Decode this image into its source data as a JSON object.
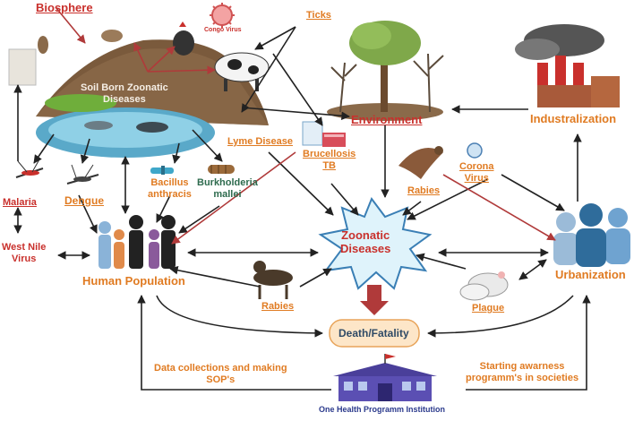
{
  "labels": {
    "biosphere": "Biosphere",
    "congo_virus": "Congo Virus",
    "ticks": "Ticks",
    "soil_born_line1": "Soil Born Zoonatic",
    "soil_born_line2": "Diseases",
    "environment": "Environment",
    "industralization": "Industralization",
    "lyme_disease": "Lyme Disease",
    "brucellosis": "Brucellosis",
    "tb": "TB",
    "rabies_bat": "Rabies",
    "corona_line1": "Corona",
    "corona_line2": "Virus",
    "malaria": "Malaria",
    "dengue": "Dengue",
    "bacillus_line1": "Bacillus",
    "bacillus_line2": "anthracis",
    "burkholderia_line1": "Burkholderia",
    "burkholderia_line2": "mallei",
    "zoonatic_line1": "Zoonatic",
    "zoonatic_line2": "Diseases",
    "west_nile_line1": "West Nile",
    "west_nile_line2": "Virus",
    "human_population": "Human Population",
    "rabies_dog": "Rabies",
    "plague": "Plague",
    "urbanization": "Urbanization",
    "death_fatality": "Death/Fatality",
    "data_collection_line1": "Data collections and making",
    "data_collection_line2": "SOP's",
    "starting_awareness_line1": "Starting awarness",
    "starting_awareness_line2": "programm's in societies",
    "one_health": "One Health Programm Institution"
  },
  "colors": {
    "red": "#c9302c",
    "orange": "#e07b22",
    "dark": "#2e4a66",
    "starburst_fill": "#dff3fb",
    "starburst_stroke": "#3a7fb5",
    "death_box_fill": "#fde6c8",
    "institution": "#5b4fb3"
  }
}
